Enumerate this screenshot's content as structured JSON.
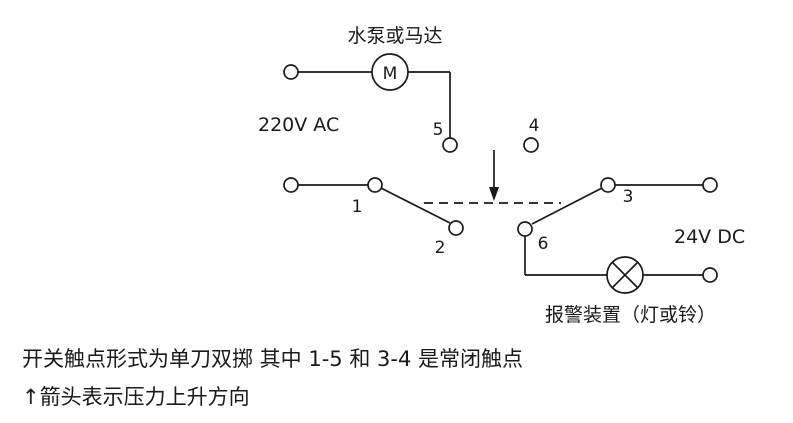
{
  "diagram": {
    "pump_label": "水泵或马达",
    "motor_symbol": "M",
    "left_voltage": "220V  AC",
    "right_voltage": "24V  DC",
    "alarm_label": "报警装置（灯或铃）",
    "terminal_labels": {
      "t1": "1",
      "t2": "2",
      "t3": "3",
      "t4": "4",
      "t5": "5",
      "t6": "6"
    }
  },
  "notes": {
    "line1": "开关触点形式为单刀双掷  其中 1-5 和 3-4 是常闭触点",
    "line2": "↑箭头表示压力上升方向"
  },
  "colors": {
    "line": "#1a1a1a",
    "background": "#ffffff"
  }
}
